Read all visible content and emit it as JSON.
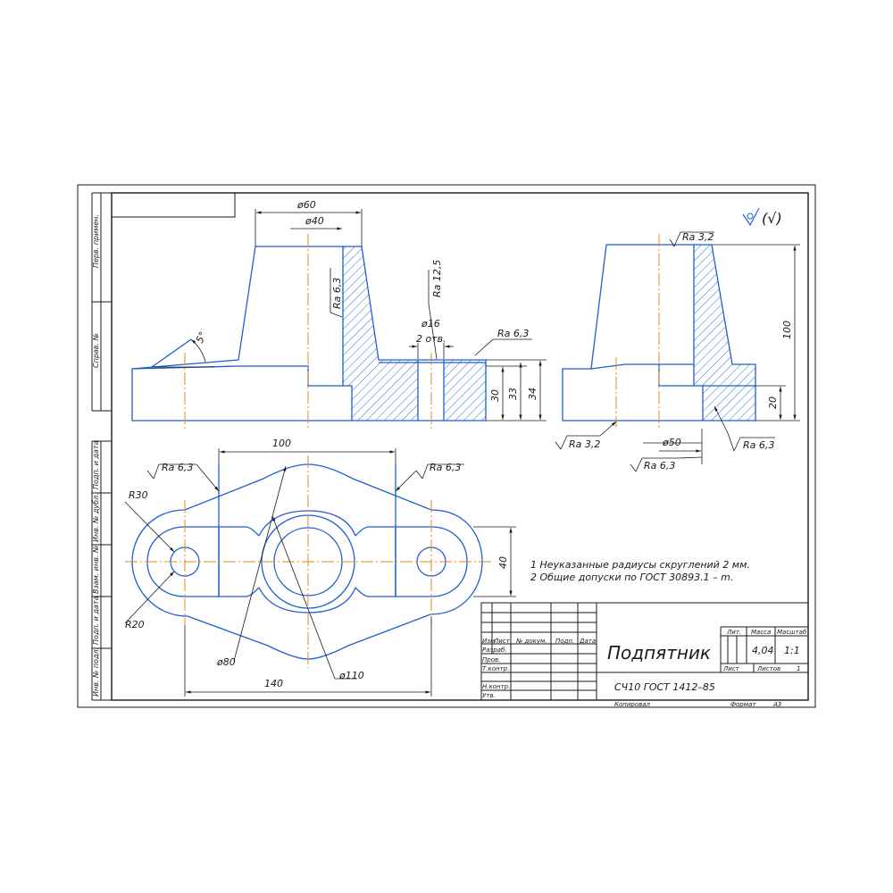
{
  "colors": {
    "frame": "#1a1a1a",
    "contour": "#1f5fd1",
    "axis": "#e08a1e",
    "text": "#1a1a1a"
  },
  "side_stamp": {
    "perv_primen": "Перв. примен.",
    "sprav_no": "Справ. №",
    "podp_data_1": "Подп. и дата",
    "inv_dubl": "Инв. № дубл.",
    "vzam_inv": "Взам. инв. №",
    "podp_data_2": "Подп. и дата",
    "inv_podl": "Инв. № подл."
  },
  "front_view": {
    "dim_d60": "ø60",
    "dim_d40": "ø40",
    "ra_63": "Ra 6,3",
    "ra_125": "Ra 12,5",
    "dim_d16": "ø16",
    "holes_2": "2 отв.",
    "ra_63_b": "Ra 6,3",
    "dim_30": "30",
    "dim_33": "33",
    "dim_34": "34",
    "angle_5": "5°"
  },
  "side_view": {
    "ra_32_top": "Ra 3,2",
    "dim_100": "100",
    "dim_20": "20",
    "ra_32_left": "Ra 3,2",
    "dim_d50": "ø50",
    "ra_63_a": "Ra 6,3",
    "ra_63_b": "Ra 6,3"
  },
  "roughness_sign": "(√)",
  "plan_view": {
    "dim_100": "100",
    "ra_63_left": "Ra 6,3",
    "ra_63_right": "Ra 6,3",
    "r30": "R30",
    "r20": "R20",
    "dim_40": "40",
    "d80": "ø80",
    "d110": "ø110",
    "dim_140": "140"
  },
  "notes": [
    "1 Неуказанные радиусы скруглений 2 мм.",
    "2 Общие допуски по ГОСТ 30893.1 – m."
  ],
  "title_block": {
    "lbl_izm": "Изм",
    "lbl_list": "Лист",
    "lbl_ndokum": "№ докум.",
    "lbl_podp": "Подп.",
    "lbl_data": "Дата",
    "lbl_razrab": "Разраб.",
    "lbl_prov": "Пров.",
    "lbl_tkontr": "Т.контр.",
    "lbl_nkontr": "Н.контр.",
    "lbl_utv": "Утв.",
    "name": "Подпятник",
    "material": "СЧ10 ГОСТ 1412–85",
    "lbl_lit": "Лит.",
    "lbl_massa": "Масса",
    "lbl_masshtab": "Масштаб",
    "massa": "4,04",
    "masshtab": "1:1",
    "lbl_list2": "Лист",
    "lbl_listov": "Листов",
    "listov": "1",
    "kopiroval": "Копировал",
    "format_lbl": "Формат",
    "format": "А3"
  }
}
